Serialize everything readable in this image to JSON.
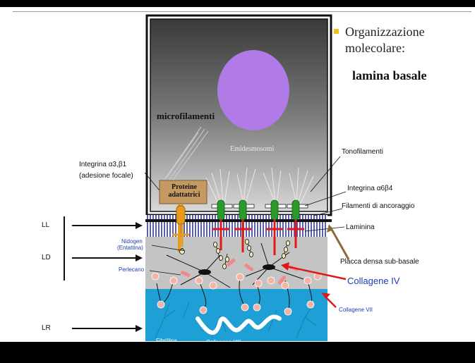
{
  "slide": {
    "title": "Organizzazione molecolare:",
    "subtitle": "lamina basale"
  },
  "labels": {
    "microfilamenti": "microfilamenti",
    "emidesmosomi": "Emidesmosomi",
    "integrina_a3b1": "Integrina α3,β1",
    "adesione_focale": "(adesione focale)",
    "proteine_adattatrici": "Proteine adattatrici",
    "tonofilamenti": "Tonofilamenti",
    "integrina_a6b4": "Integrina α6β4",
    "filamenti_ancoraggio": "Filamenti di ancoraggio",
    "laminina": "Laminina",
    "placca_densa": "Placca densa sub-basale",
    "nidogen": "Nidogen",
    "entattina": "(Entattina)",
    "perlecano": "Perlecano",
    "collagene_iv": "Collagene IV",
    "collagene_vii": "Collagene VII",
    "fibrillina": "Fibrillina",
    "collagene_i_iii": "Collagene I/III",
    "ll": "LL",
    "ld": "LD",
    "lr": "LR"
  },
  "colors": {
    "bullet": "#f2c21b",
    "dermis": "#1ea0d6",
    "lamina_densa": "#c4c4c4",
    "nucleus": "#b07be6",
    "integrin_green": "#2a9a2a",
    "integrin_orange": "#e89a1a",
    "laminin_red": "#e01818",
    "collagen_iv_label": "#1b3fb3"
  },
  "icons": {
    "bullet": "square-bullet-icon"
  }
}
